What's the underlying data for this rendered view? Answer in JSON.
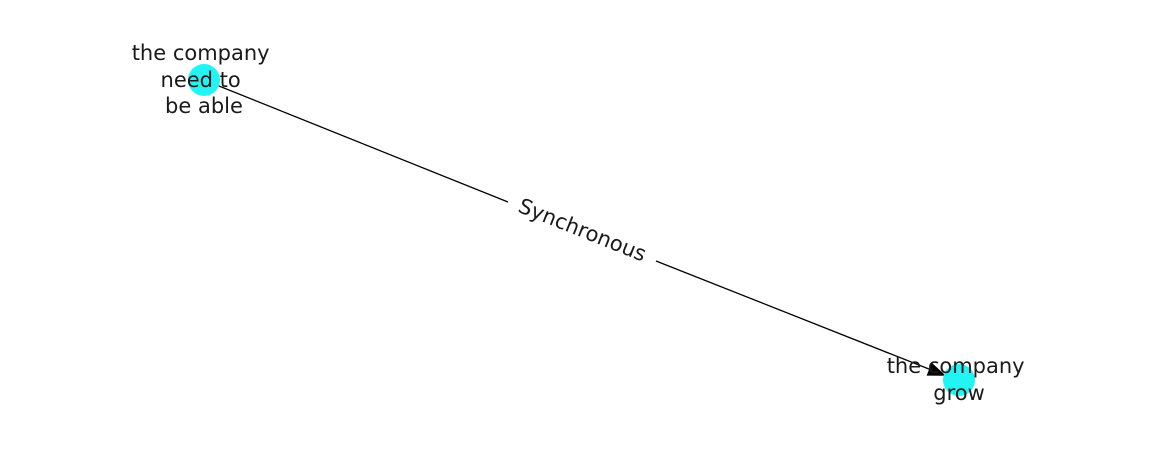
{
  "diagram": {
    "node_color": "#22f4f4",
    "edge_color": "#000000",
    "nodes": [
      {
        "id": "n1",
        "label_lines": [
          "the company",
          "need to",
          "be able"
        ]
      },
      {
        "id": "n2",
        "label_lines": [
          "the company",
          "grow"
        ]
      }
    ],
    "edges": [
      {
        "source": "n1",
        "target": "n2",
        "label": "Synchronous",
        "directed": true
      }
    ]
  }
}
